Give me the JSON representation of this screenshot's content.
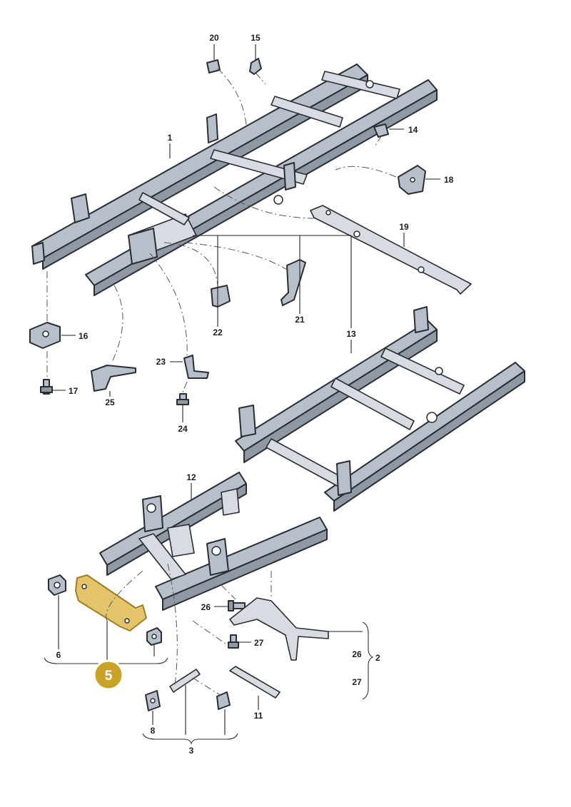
{
  "callouts": {
    "c1": "1",
    "c2": "2",
    "c3": "3",
    "c6": "6",
    "c8": "8",
    "c11": "11",
    "c12": "12",
    "c13": "13",
    "c14": "14",
    "c15": "15",
    "c16": "16",
    "c17": "17",
    "c18": "18",
    "c19": "19",
    "c20": "20",
    "c21": "21",
    "c22": "22",
    "c23": "23",
    "c24": "24",
    "c25": "25",
    "c26a": "26",
    "c26b": "26",
    "c27a": "27",
    "c27b": "27"
  },
  "highlight": {
    "label": "5",
    "color": "#c9a227"
  },
  "colors": {
    "part": "#b7c0ca",
    "outline": "#2a2d33",
    "highlight_fill": "#e4c46a"
  }
}
